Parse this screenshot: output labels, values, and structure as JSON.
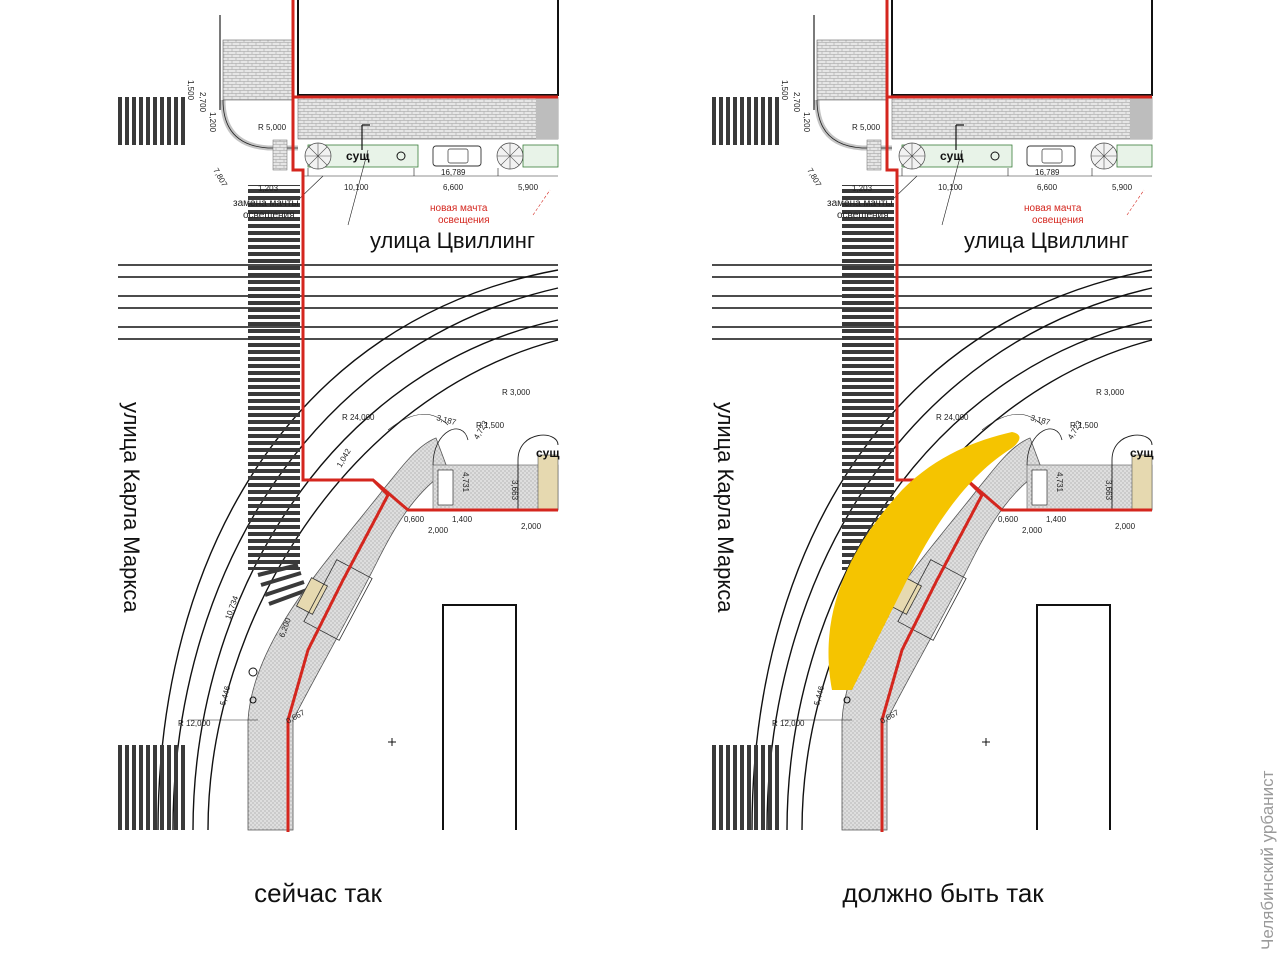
{
  "panels": [
    {
      "id": "left",
      "caption": "сейчас так",
      "street_top": "улица Цвиллинг",
      "street_left": "улица Карла Маркса",
      "label_existing": "сущ",
      "label_existing_2": "сущ",
      "note_replace": [
        "замена мачты",
        "освещения"
      ],
      "note_new": [
        "новая мачта",
        "освещения"
      ],
      "dims": {
        "d1500": "1,500",
        "d2700": "2,700",
        "d1200": "1,200",
        "r5000": "R 5,000",
        "d7807": "7,807",
        "d1203": "1,203",
        "d16789": "16,789",
        "d10100": "10,100",
        "d6600": "6,600",
        "d5900": "5,900",
        "r24000": "R 24,000",
        "d3187": "3,187",
        "r1500": "R 1,500",
        "r3000": "R 3,000",
        "d4723": "4,723",
        "d4731": "4,731",
        "d3663": "3,663",
        "d0600": "0,600",
        "d1400": "1,400",
        "d2000a": "2,000",
        "d2000b": "2,000",
        "d1042": "1,042",
        "d10734": "10,734",
        "d6200": "6,200",
        "d5446": "5,446",
        "r12000": "R 12,000",
        "d0667": "0,667"
      },
      "highlight": false
    },
    {
      "id": "right",
      "caption": "должно быть так",
      "street_top": "улица Цвиллинг",
      "street_left": "улица Карла Маркса",
      "label_existing": "сущ",
      "label_existing_2": "сущ",
      "note_replace": [
        "замена мачты",
        "освещения"
      ],
      "note_new": [
        "новая мачта",
        "освещения"
      ],
      "dims": {
        "d1500": "1,500",
        "d2700": "2,700",
        "d1200": "1,200",
        "r5000": "R 5,000",
        "d7807": "7,807",
        "d1203": "1,203",
        "d16789": "16,789",
        "d10100": "10,100",
        "d6600": "6,600",
        "d5900": "5,900",
        "r24000": "R 24,000",
        "d3187": "3,187",
        "r1500": "R 1,500",
        "r3000": "R 3,000",
        "d4723": "4,723",
        "d4731": "4,731",
        "d3663": "3,663",
        "d0600": "0,600",
        "d1400": "1,400",
        "d2000a": "2,000",
        "d2000b": "2,000",
        "d1042": "",
        "d10734": "",
        "d6200": "",
        "d5446": "5,446",
        "r12000": "R 12,000",
        "d0667": "0,667"
      },
      "highlight": true
    }
  ],
  "credit": "Челябинский урбанист",
  "colors": {
    "boundary": "#d4261e",
    "highlight": "#f5c400",
    "paving": "#d8d8d8"
  }
}
